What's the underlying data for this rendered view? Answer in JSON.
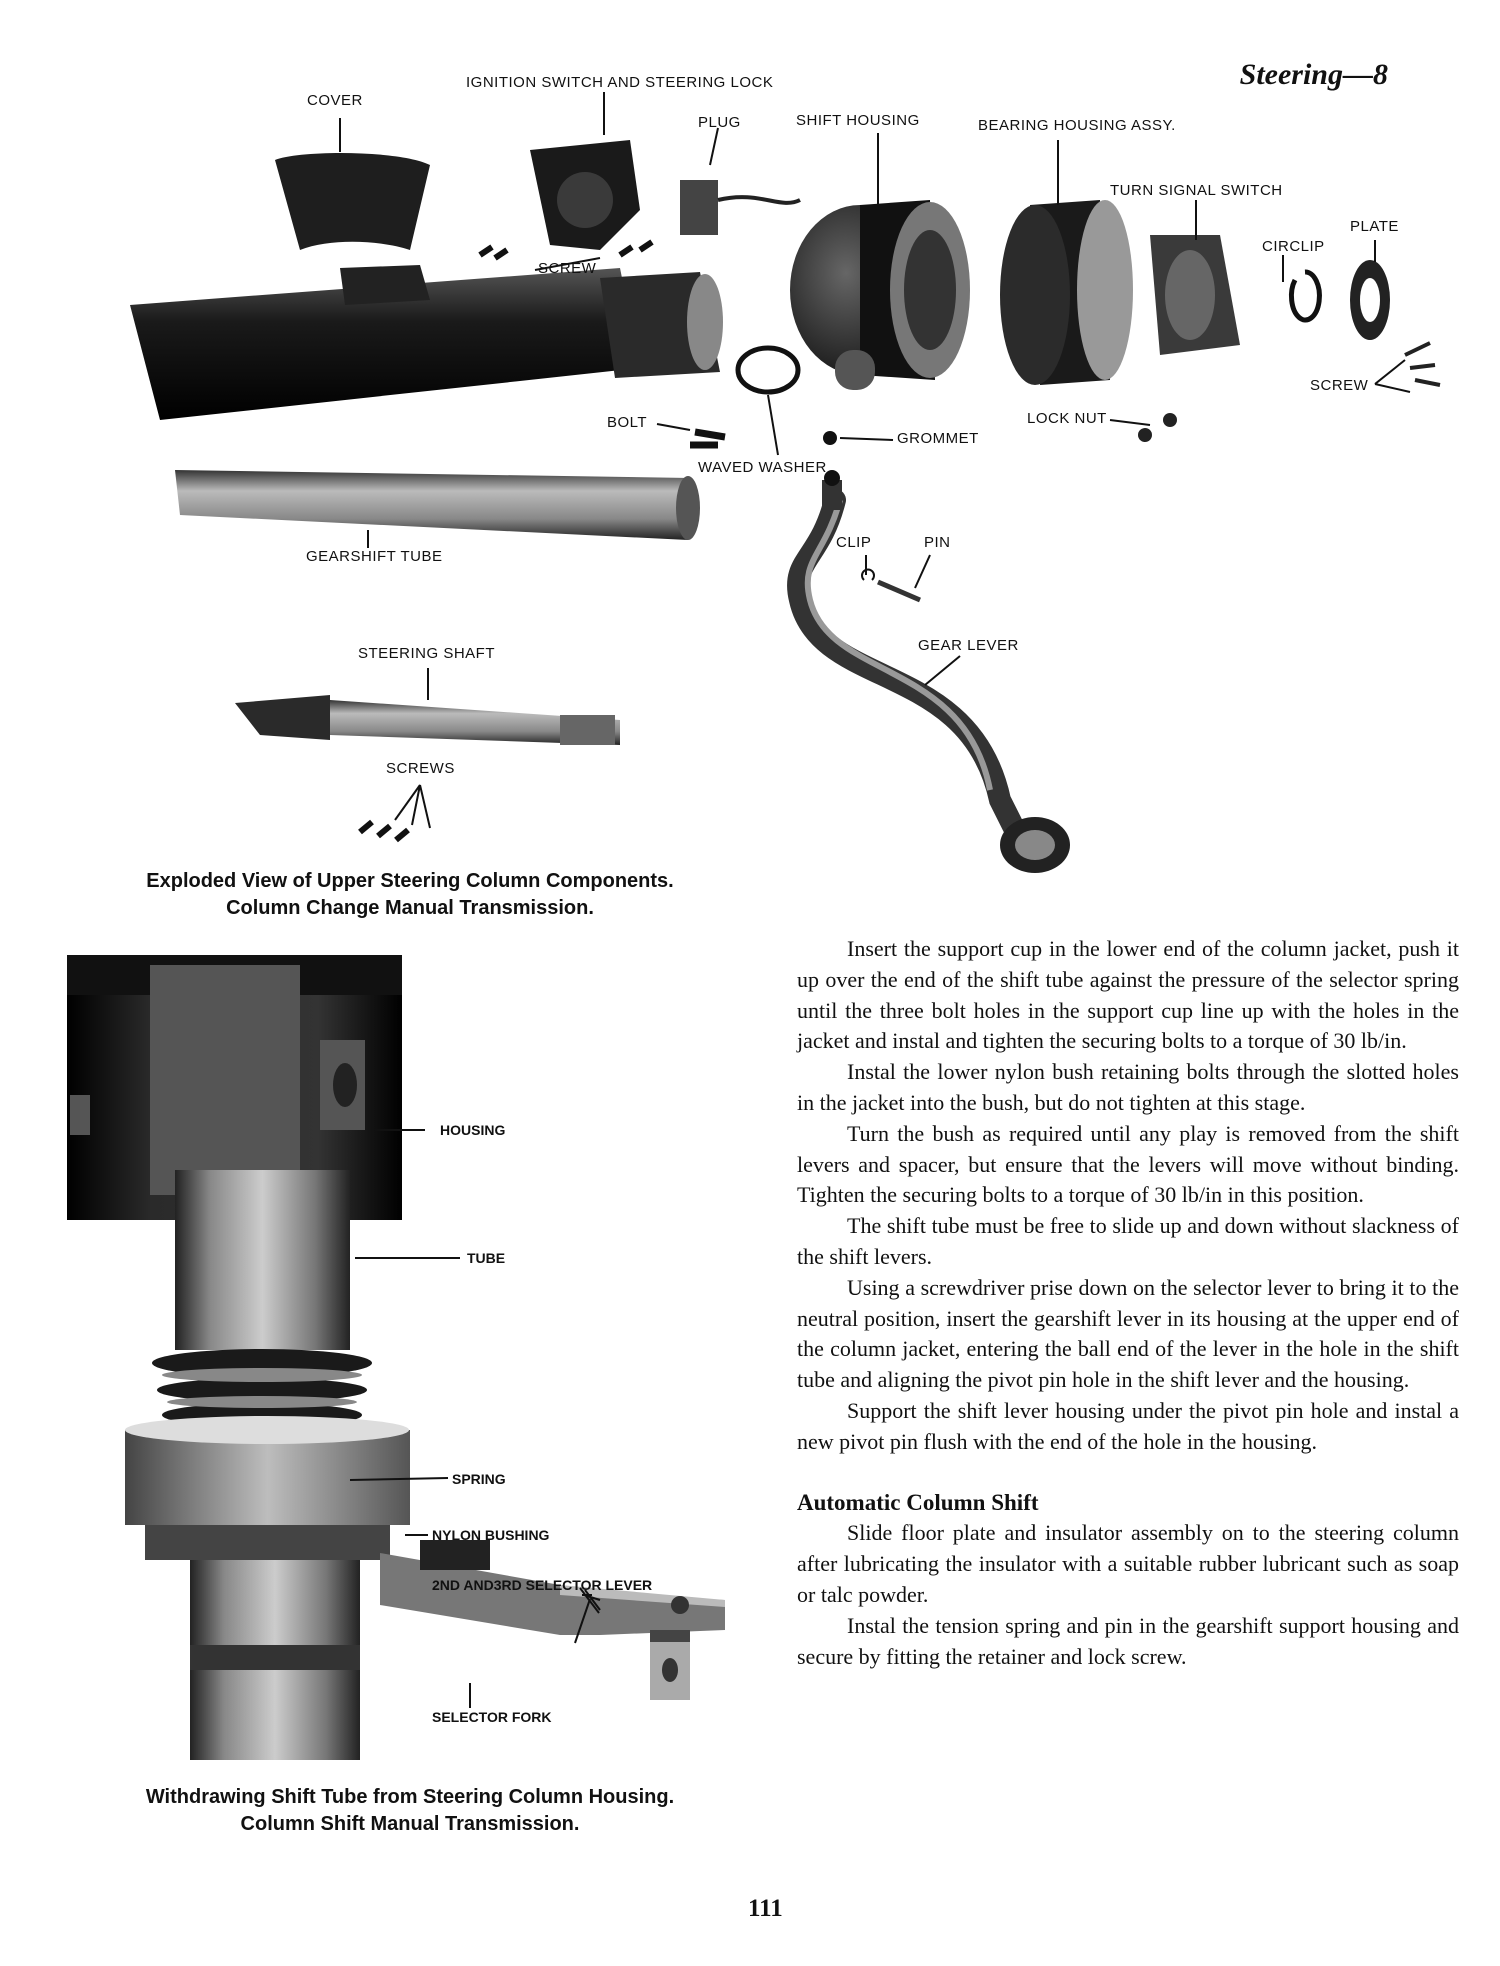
{
  "header": {
    "title": "Steering—8"
  },
  "figure1": {
    "labels": {
      "cover": "COVER",
      "ignition": "IGNITION SWITCH AND STEERING LOCK",
      "plug": "PLUG",
      "shift_housing": "SHIFT HOUSING",
      "bearing_housing": "BEARING HOUSING ASSY.",
      "turn_signal": "TURN SIGNAL SWITCH",
      "plate": "PLATE",
      "circlip": "CIRCLIP",
      "screw_top": "SCREW",
      "screw_right": "SCREW",
      "bolt": "BOLT",
      "lock_nut": "LOCK NUT",
      "grommet": "GROMMET",
      "waved_washer": "WAVED WASHER",
      "gearshift_tube": "GEARSHIFT TUBE",
      "clip": "CLIP",
      "pin": "PIN",
      "steering_shaft": "STEERING SHAFT",
      "gear_lever": "GEAR LEVER",
      "screws": "SCREWS"
    },
    "caption_line1": "Exploded View of Upper Steering Column Components.",
    "caption_line2": "Column Change Manual Transmission."
  },
  "figure2": {
    "labels": {
      "housing": "HOUSING",
      "tube": "TUBE",
      "spring": "SPRING",
      "nylon_bushing": "NYLON BUSHING",
      "selector_lever": "2ND AND3RD SELECTOR LEVER",
      "selector_fork": "SELECTOR FORK"
    },
    "caption_line1": "Withdrawing Shift Tube from Steering Column Housing.",
    "caption_line2": "Column Shift Manual Transmission."
  },
  "body": {
    "paragraphs": [
      "Insert the support cup in the lower end of the column jacket, push it up over the end of the shift tube against the pressure of the selector spring until the three bolt holes in the support cup line up with the holes in the jacket and instal and tighten the securing bolts to a torque of 30 lb/in.",
      "Instal the lower nylon bush retaining bolts through the slotted holes in the jacket into the bush, but do not tighten at this stage.",
      "Turn the bush as required until any play is removed from the shift levers and spacer, but ensure that the levers will move without binding. Tighten the securing bolts to a torque of 30 lb/in in this position.",
      "The shift tube must be free to slide up and down without slackness of the shift levers.",
      "Using a screwdriver prise down on the selector lever to bring it to the neutral position, insert the gearshift lever in its housing at the upper end of the column jacket, entering the ball end of the lever in the hole in the shift tube and aligning the pivot pin hole in the shift lever and the housing.",
      "Support the shift lever housing under the pivot pin hole and instal a new pivot pin flush with the end of the hole in the housing."
    ],
    "subheading": "Automatic Column Shift",
    "paragraphs2": [
      "Slide floor plate and insulator assembly on to the steering column after lubricating the insulator with a suitable rubber lubricant such as soap or talc powder.",
      "Instal the tension spring and pin in the gearshift support housing and secure by fitting the retainer and lock screw."
    ]
  },
  "footer": {
    "page_number": "111"
  }
}
